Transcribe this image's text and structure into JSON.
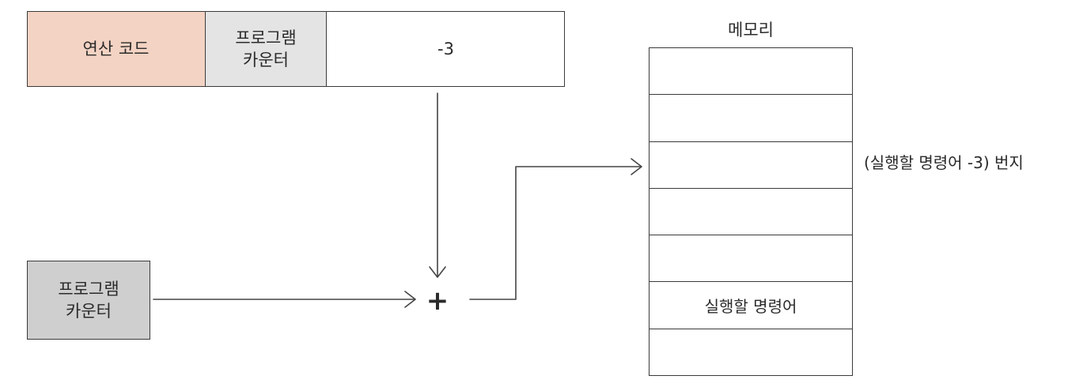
{
  "instruction": {
    "opcode_label": "연산 코드",
    "mode_label": "프로그램\n카운터",
    "operand_label": "-3"
  },
  "program_counter": {
    "label": "프로그램\n카운터"
  },
  "adder": {
    "symbol": "+"
  },
  "memory": {
    "title": "메모리",
    "cells": [
      "",
      "",
      "",
      "",
      "",
      "실행할 명령어",
      ""
    ],
    "target_address_label": "(실행할 명령어 -3) 번지"
  }
}
